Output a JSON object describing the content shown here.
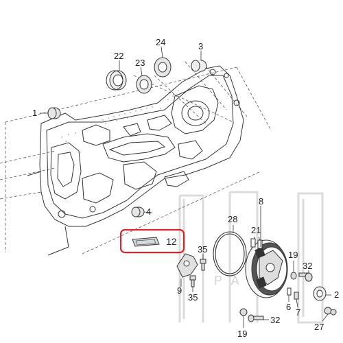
{
  "diagram": {
    "callouts": [
      {
        "id": "c22",
        "text": "22"
      },
      {
        "id": "c23",
        "text": "23"
      },
      {
        "id": "c24",
        "text": "24"
      },
      {
        "id": "c3",
        "text": "3"
      },
      {
        "id": "c1",
        "text": "1"
      },
      {
        "id": "c4",
        "text": "4"
      },
      {
        "id": "c8",
        "text": "8"
      },
      {
        "id": "c28",
        "text": "28"
      },
      {
        "id": "c21",
        "text": "21"
      },
      {
        "id": "c12",
        "text": "12"
      },
      {
        "id": "c35a",
        "text": "35"
      },
      {
        "id": "c35b",
        "text": "35"
      },
      {
        "id": "c9",
        "text": "9"
      },
      {
        "id": "c19a",
        "text": "19"
      },
      {
        "id": "c32a",
        "text": "32"
      },
      {
        "id": "c2",
        "text": "2"
      },
      {
        "id": "c6",
        "text": "6"
      },
      {
        "id": "c7",
        "text": "7"
      },
      {
        "id": "c19b",
        "text": "19"
      },
      {
        "id": "c32b",
        "text": "32"
      },
      {
        "id": "c27",
        "text": "27"
      }
    ],
    "highlight": {
      "part": "12",
      "color": "#d9262b"
    },
    "watermark": {
      "text": "PAR"
    }
  }
}
